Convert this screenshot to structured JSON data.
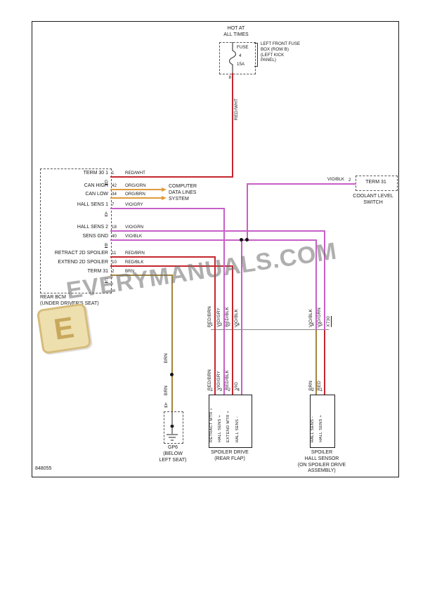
{
  "page": {
    "diagram_number": "848055"
  },
  "watermark": {
    "text": "EVERYMANUALS.COM",
    "logo_letter": "E"
  },
  "power": {
    "hot_label": "HOT AT\nALL TIMES",
    "fuse_name": "FUSE",
    "fuse_number": "4",
    "fuse_rating": "15A",
    "fuse_location": "LEFT FRONT FUSE\nBOX (ROW B)\n(LEFT KICK\nPANEL)",
    "fuse_pin": "8",
    "wire": "RED/WHT"
  },
  "bcm": {
    "name": "REAR BCM\n(UNDER DRIVER'S SEAT)",
    "computer_label": "COMPUTER\nDATA LINES\nSYSTEM",
    "rows": [
      {
        "label": "TERM 30 1",
        "pin": "1",
        "wire": "RED/WHT",
        "connector": "D"
      },
      {
        "label": "CAN HIGH",
        "pin": "42",
        "wire": "ORG/GRN"
      },
      {
        "label": "CAN LOW",
        "pin": "34",
        "wire": "ORG/BRN"
      },
      {
        "label": "HALL SENS 1",
        "pin": "7",
        "wire": "VIO/GRY",
        "connector": "A"
      },
      {
        "label": "HALL SENS 2",
        "pin": "18",
        "wire": "VIO/GRN"
      },
      {
        "label": "SENS GND",
        "pin": "40",
        "wire": "VIO/BLK",
        "connector": "B"
      },
      {
        "label": "RETRACT 2D SPOILER",
        "pin": "11",
        "wire": "RED/BRN"
      },
      {
        "label": "EXTEND 2D SPOILER",
        "pin": "10",
        "wire": "RED/BLK"
      },
      {
        "label": "TERM 31",
        "pin": "2",
        "wire": "BRN",
        "connector": "C"
      }
    ]
  },
  "coolant_switch": {
    "terminal": "TERM 31",
    "pin": "2",
    "wire": "VIO/BLK",
    "name": "COOLANT LEVEL\nSWITCH"
  },
  "spoiler_drive": {
    "name": "SPOILER DRIVE\n(REAR FLAP)",
    "upper_wires": [
      "RED/BRN",
      "VIO/GRY",
      "RED/BLK",
      "VIO/BLK"
    ],
    "connector_pins": [
      "1",
      "3",
      "2",
      "4"
    ],
    "lower_wires": [
      "RED/BRN",
      "VIO/GRY",
      "RED/BLK",
      "VIO"
    ],
    "box_pins": [
      "1",
      "3",
      "2",
      "4"
    ],
    "terminals": [
      "RETRACT MTR +",
      "HALL SENS +",
      "EXTEND MTR +",
      "HALL SENS -"
    ]
  },
  "hall_sensor": {
    "name": "SPOILER\nHALL SENSOR\n(ON SPOILER DRIVE\nASSEMBLY)",
    "connector_label": "X730",
    "upper_wires": [
      "VIO/BLK",
      "VIO/GRN"
    ],
    "connector_pins": [
      "6",
      "5"
    ],
    "lower_wires": [
      "BRN",
      "RED"
    ],
    "box_pins": [
      "2",
      "1"
    ],
    "terminals": [
      "HALL SENS -",
      "HALL SENS +"
    ]
  },
  "ground": {
    "wire_upper": "BRN",
    "wire_lower": "BRN",
    "pin": "A",
    "name": "GP6\n(BELOW\nLEFT SEAT)"
  },
  "colors": {
    "red": "#c4262e",
    "orange": "#de9b3f",
    "violet": "#c75fc7",
    "brown": "#a5853c",
    "black": "#231f20"
  }
}
